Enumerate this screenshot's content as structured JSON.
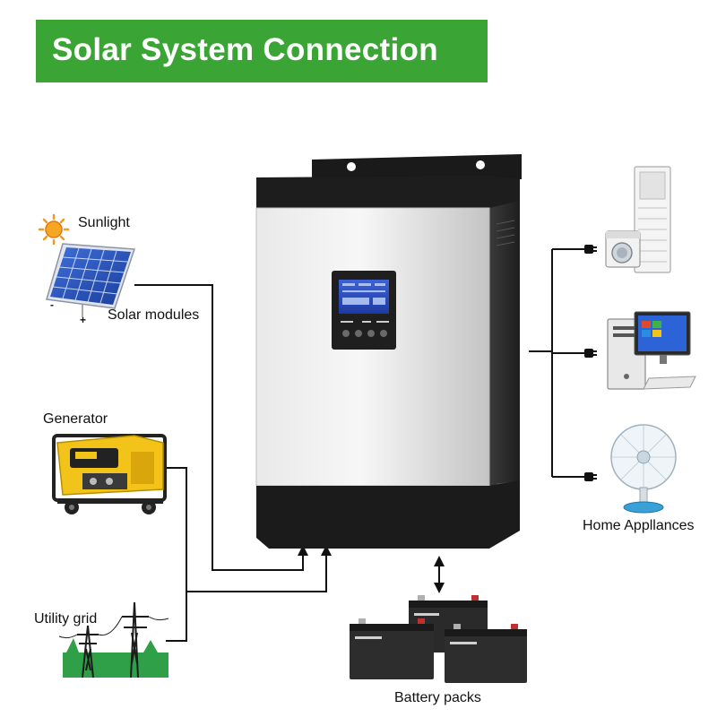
{
  "title": "Solar System Connection",
  "labels": {
    "sunlight": "Sunlight",
    "solar_modules": "Solar modules",
    "generator": "Generator",
    "utility_grid": "Utility grid",
    "home_appliances": "Home Appllances",
    "battery_packs": "Battery packs",
    "minus_sign": "-",
    "plus_sign": "+"
  },
  "colors": {
    "title_bg": "#3aa535",
    "title_text": "#ffffff",
    "connector": "#111111"
  }
}
